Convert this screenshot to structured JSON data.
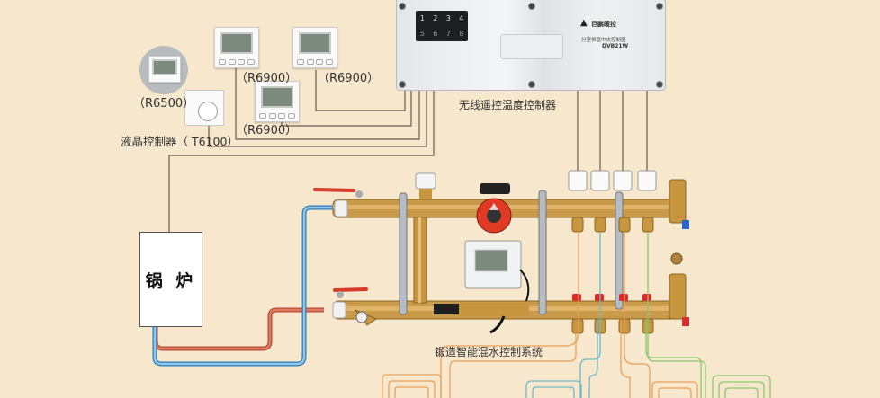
{
  "diagram": {
    "type": "floor-heating-system-schematic",
    "background_color": "#f6e7cd",
    "pipe_colors": {
      "supply_hot": "#d9674a",
      "return_cold": "#4a9fd4",
      "loop_orange": "#e9a05a",
      "loop_blue": "#6fb8c9",
      "loop_green": "#8cc56f"
    }
  },
  "labels": {
    "wireless_controller": "无线遥控温度控制器",
    "lcd_controller": "液晶控制器（ T6100）",
    "thermostat_r6500": "（R6500）",
    "thermostat_r6900_a": "（R6900）",
    "thermostat_r6900_b": "（R6900）",
    "thermostat_r6900_c": "（R6900）",
    "boiler": "锅 炉",
    "mixing_system": "锻造智能混水控制系统"
  },
  "control_box": {
    "keys_top": [
      "1",
      "2",
      "3",
      "4"
    ],
    "keys_bottom": [
      "5",
      "6",
      "7",
      "8"
    ],
    "brand": "巨鹏暖控",
    "subtitle": "分室恒温中央控制器",
    "model": "DVB21W"
  }
}
